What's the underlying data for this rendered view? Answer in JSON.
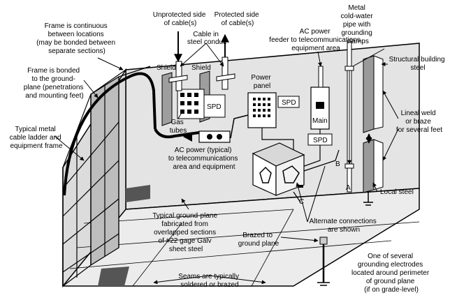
{
  "labels": {
    "frame_continuous": [
      "Frame is continuous",
      "between locations",
      "(may be bonded between",
      "separate sections)"
    ],
    "unprotected_side": [
      "Unprotected side",
      "of cable(s)"
    ],
    "protected_side": [
      "Protected side",
      "of cable(s)"
    ],
    "metal_pipe": [
      "Metal",
      "cold-water",
      "pipe with",
      "grounding",
      "clamps"
    ],
    "cable_conduit": [
      "Cable in",
      "steel conduit"
    ],
    "ac_feeder": [
      "AC power",
      "feeder to telecommunications",
      "equipment area"
    ],
    "structural_steel": [
      "Structural building",
      "steel"
    ],
    "frame_bonded": [
      "Frame is bonded",
      "to the ground-",
      "plane (penetrations",
      "and mounting feet)"
    ],
    "shield_left": "Shield",
    "shield_right": "Shield",
    "power_panel": [
      "Power",
      "panel"
    ],
    "spd_1": "SPD",
    "spd_2": "SPD",
    "spd_3": "SPD",
    "main": "Main",
    "gas_tubes": [
      "Gas",
      "tubes"
    ],
    "lineal_weld": [
      "Lineal weld",
      "or braze",
      "for several feet"
    ],
    "cable_ladder": [
      "Typical metal",
      "cable ladder and",
      "equipment frame"
    ],
    "ac_power_typical": [
      "AC power (typical)",
      "to telecommunications",
      "area and equipment"
    ],
    "point_b": "B",
    "point_a": "A",
    "point_c": "C",
    "local_steel": "Local steel",
    "ground_plane": [
      "Typical ground-plane",
      "fabricated from",
      "overlapped sections",
      "of #22 gage Galv",
      "sheet steel"
    ],
    "alternate": [
      "Alternate connections",
      "are shown"
    ],
    "brazed": [
      "Brazed to",
      "ground plane"
    ],
    "electrodes": [
      "One of several",
      "grounding electrodes",
      "located around perimeter",
      "of ground plane",
      "(if on grade-level)"
    ],
    "seams": [
      "Seams are typically",
      "soldered or brazed"
    ]
  }
}
